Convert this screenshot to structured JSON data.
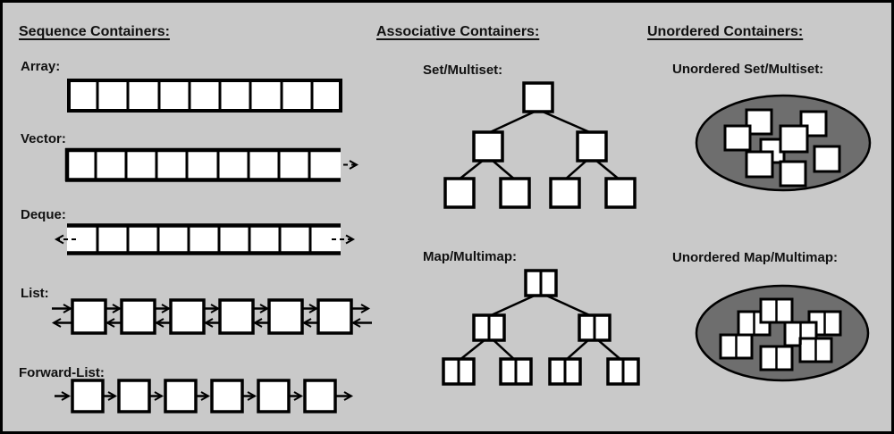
{
  "columns": [
    {
      "heading": "Sequence Containers:",
      "containers": [
        {
          "label": "Array:",
          "cells": 9
        },
        {
          "label": "Vector:",
          "cells": 9
        },
        {
          "label": "Deque:",
          "cells": 9
        },
        {
          "label": "List:",
          "nodes": 6
        },
        {
          "label": "Forward-List:",
          "nodes": 6
        }
      ]
    },
    {
      "heading": "Associative Containers:",
      "containers": [
        {
          "label": "Set/Multiset:",
          "tree_nodes": 7
        },
        {
          "label": "Map/Multimap:",
          "tree_nodes": 7
        }
      ]
    },
    {
      "heading": "Unordered Containers:",
      "containers": [
        {
          "label": "Unordered Set/Multiset:",
          "elements": 8
        },
        {
          "label": "Unordered Map/Multimap:",
          "elements": 7
        }
      ]
    }
  ],
  "colors": {
    "background": "#c9c9c9",
    "outline": "#000000",
    "box_fill": "#ffffff",
    "bucket_fill": "#6e6e6e",
    "text": "#111111"
  }
}
